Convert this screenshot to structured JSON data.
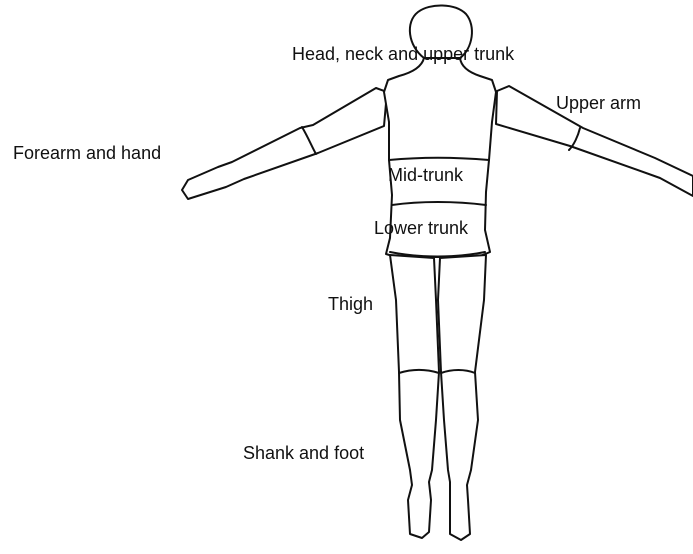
{
  "labels": {
    "head_neck_upper_trunk": "Head, neck and upper trunk",
    "upper_arm": "Upper arm",
    "forearm_and_hand": "Forearm and hand",
    "mid_trunk": "Mid-trunk",
    "lower_trunk": "Lower trunk",
    "thigh": "Thigh",
    "shank_and_foot": "Shank and foot"
  },
  "colors": {
    "line": "#111111",
    "background": "#ffffff"
  }
}
